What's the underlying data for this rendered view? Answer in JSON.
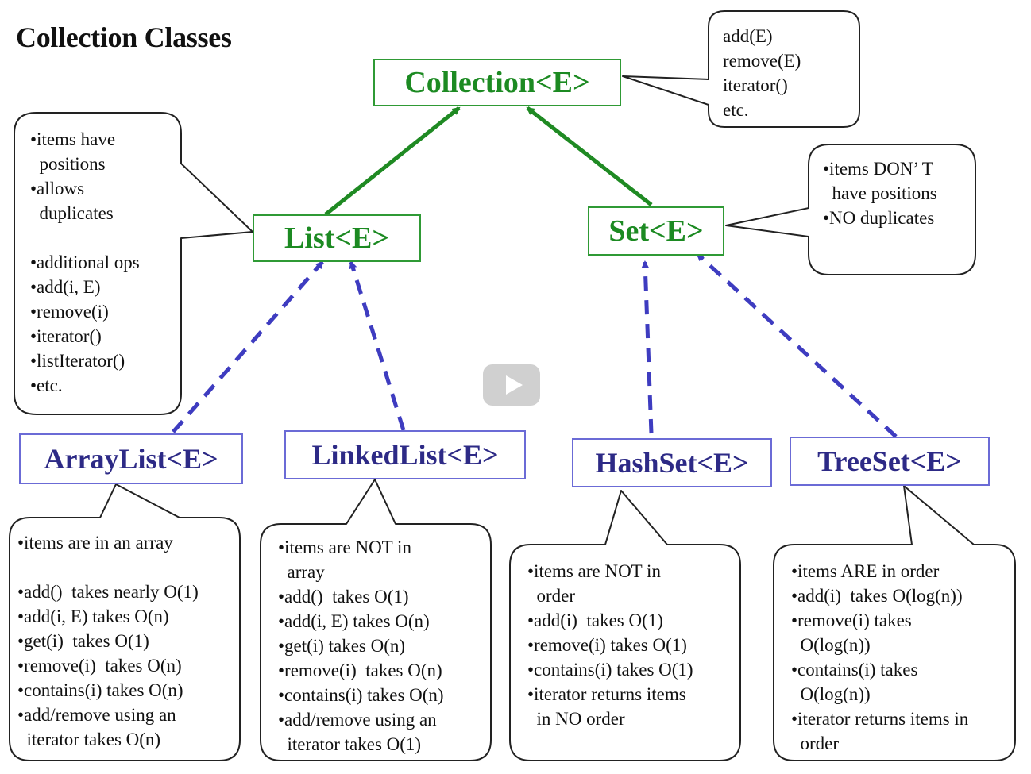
{
  "title": "Collection Classes",
  "nodes": {
    "collection": "Collection<E>",
    "list": "List<E>",
    "set": "Set<E>",
    "arraylist": "ArrayList<E>",
    "linkedlist": "LinkedList<E>",
    "hashset": "HashSet<E>",
    "treeset": "TreeSet<E>"
  },
  "notes": {
    "collection": [
      "add(E)",
      "remove(E)",
      "iterator()",
      "etc."
    ],
    "list": [
      "•items have",
      "  positions",
      "•allows",
      "  duplicates",
      "",
      "•additional ops",
      "•add(i, E)",
      "•remove(i)",
      "•iterator()",
      "•listIterator()",
      "•etc."
    ],
    "set": [
      "•items DON’ T",
      "  have positions",
      "•NO duplicates"
    ],
    "arraylist": [
      "•items are in an array",
      "",
      "•add()  takes nearly O(1)",
      "•add(i, E) takes O(n)",
      "•get(i)  takes O(1)",
      "•remove(i)  takes O(n)",
      "•contains(i) takes O(n)",
      "•add/remove using an",
      "  iterator takes O(n)"
    ],
    "linkedlist": [
      "•items are NOT in",
      "  array",
      "•add()  takes O(1)",
      "•add(i, E) takes O(n)",
      "•get(i) takes O(n)",
      "•remove(i)  takes O(n)",
      "•contains(i) takes O(n)",
      "•add/remove using an",
      "  iterator takes O(1)"
    ],
    "hashset": [
      "•items are NOT in",
      "  order",
      "•add(i)  takes O(1)",
      "•remove(i) takes O(1)",
      "•contains(i) takes O(1)",
      "•iterator returns items",
      "  in NO order"
    ],
    "treeset": [
      "•items ARE in order",
      "•add(i)  takes O(log(n))",
      "•remove(i) takes",
      "  O(log(n))",
      "•contains(i) takes",
      "  O(log(n))",
      "•iterator returns items in",
      "  order"
    ]
  },
  "colors": {
    "green_border": "#2f9a35",
    "green_text": "#1c8a22",
    "green_arrow": "#1f8a23",
    "blue_border": "#6b6bd6",
    "blue_text": "#2d2a86",
    "blue_arrow": "#3e3cc0"
  },
  "play_button": {
    "icon": "play-icon"
  }
}
